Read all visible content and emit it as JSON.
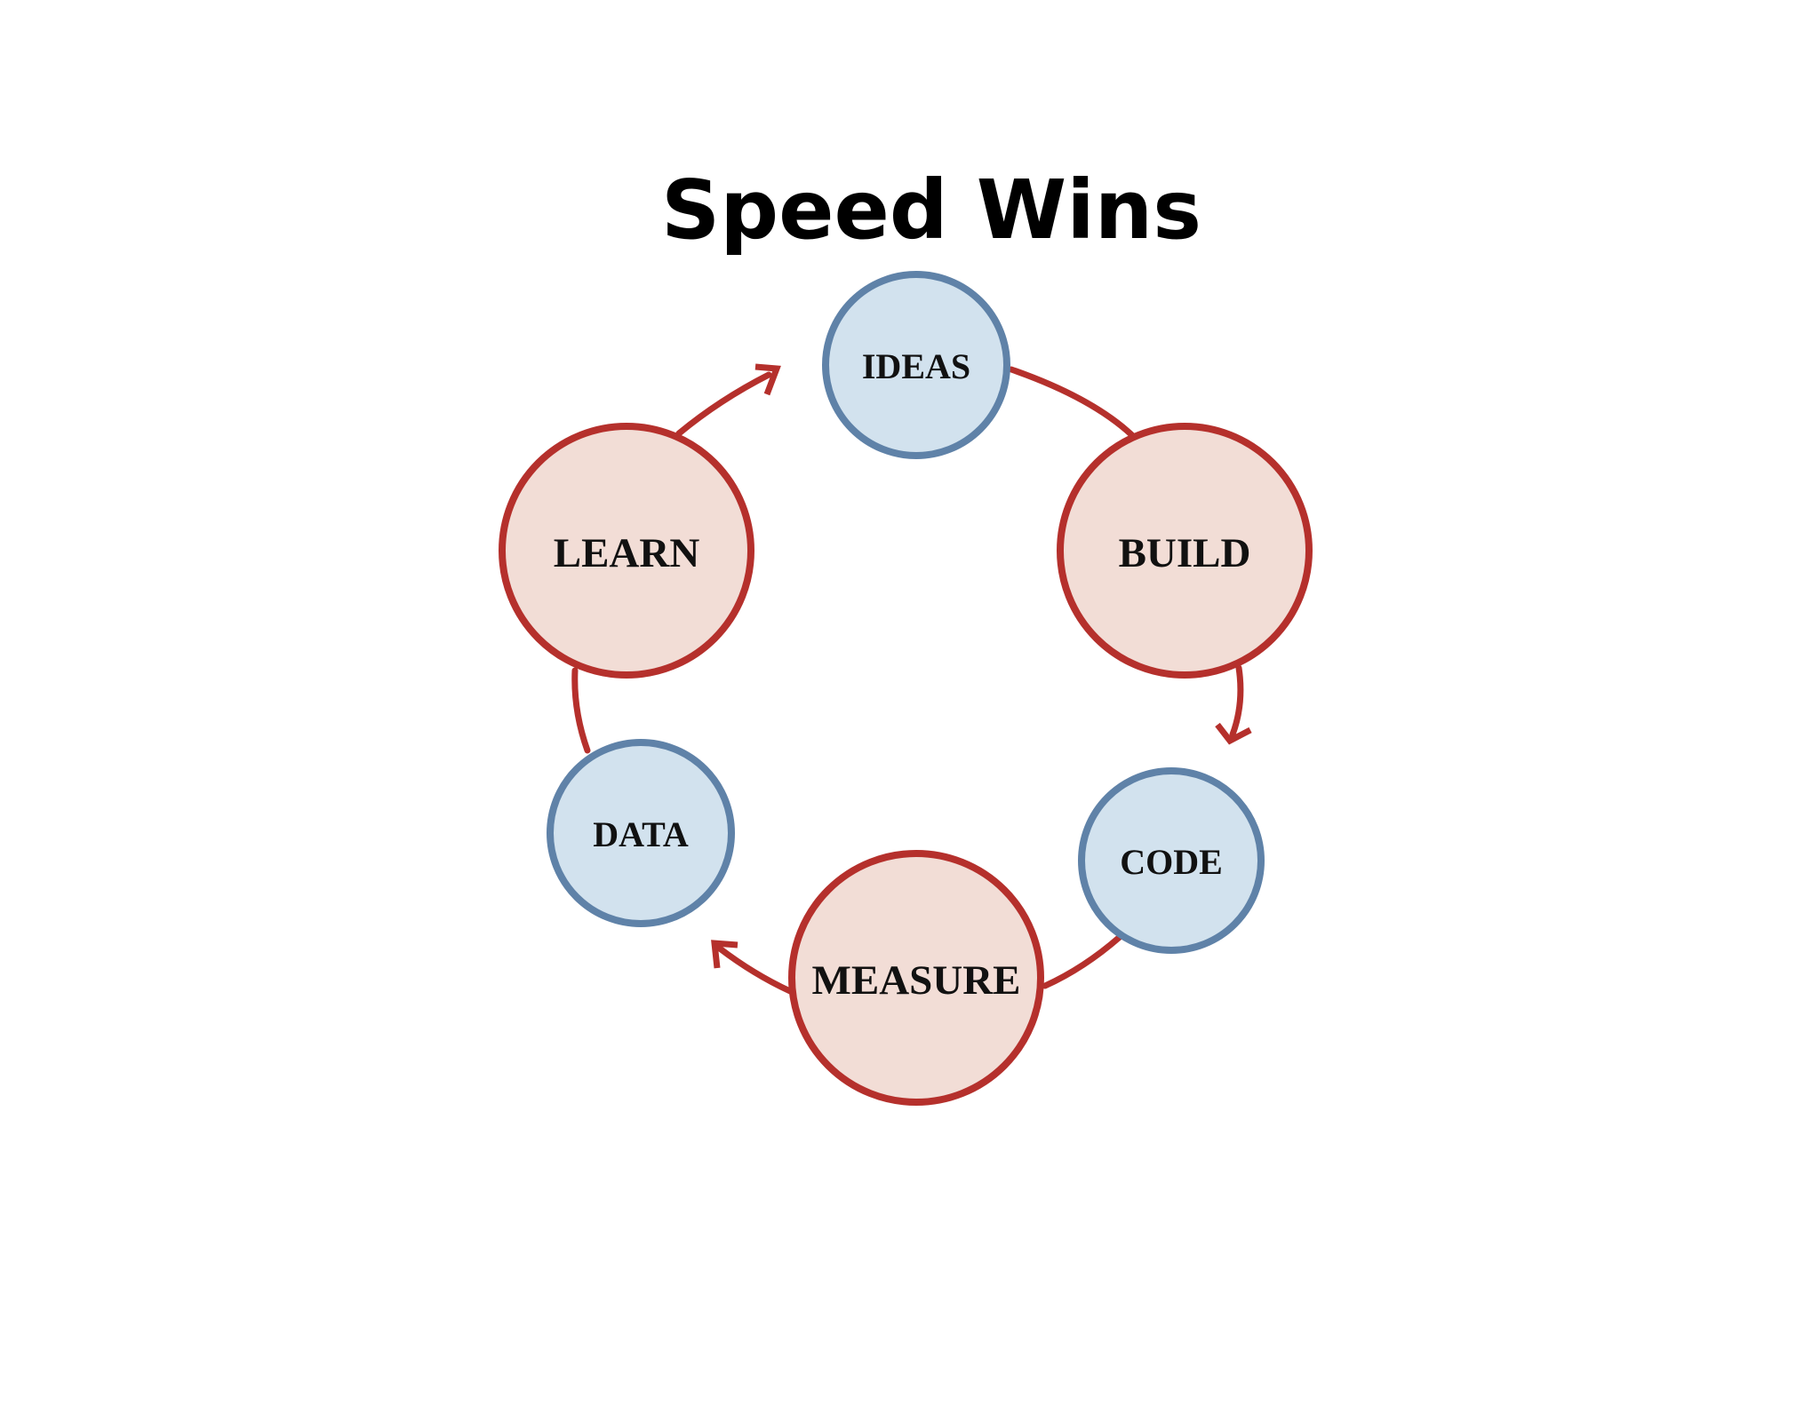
{
  "title": "Speed Wins",
  "colors": {
    "arrow": "#b5302c",
    "primary_fill": "#f2ddd6",
    "primary_stroke": "#b5302c",
    "secondary_fill": "#d2e2ee",
    "secondary_stroke": "#5f82a8",
    "background": "#ffffff"
  },
  "cycle": {
    "nodes": [
      {
        "id": "ideas",
        "label": "IDEAS",
        "kind": "secondary"
      },
      {
        "id": "build",
        "label": "BUILD",
        "kind": "primary"
      },
      {
        "id": "code",
        "label": "CODE",
        "kind": "secondary"
      },
      {
        "id": "measure",
        "label": "MEASURE",
        "kind": "primary"
      },
      {
        "id": "data",
        "label": "DATA",
        "kind": "secondary"
      },
      {
        "id": "learn",
        "label": "LEARN",
        "kind": "primary"
      }
    ],
    "edges": [
      {
        "from": "ideas",
        "to": "build"
      },
      {
        "from": "build",
        "to": "code"
      },
      {
        "from": "code",
        "to": "measure"
      },
      {
        "from": "measure",
        "to": "data"
      },
      {
        "from": "data",
        "to": "learn"
      },
      {
        "from": "learn",
        "to": "ideas"
      }
    ]
  }
}
